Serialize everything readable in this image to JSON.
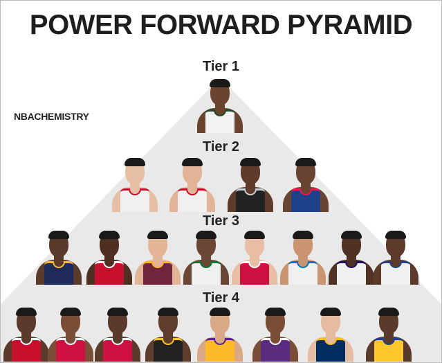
{
  "title": "POWER FORWARD PYRAMID",
  "brand": "NBACHEMISTRY",
  "colors": {
    "pyramid": "#e9e9e9",
    "text": "#1e1e1e"
  },
  "tiers": [
    {
      "label": "Tier 1",
      "players": [
        {
          "skin": "#6b4430",
          "jersey": "#f2f2f2",
          "trim": "#1e4d2b"
        }
      ]
    },
    {
      "label": "Tier 2",
      "players": [
        {
          "skin": "#e7bfa5",
          "jersey": "#f0f0f0",
          "trim": "#c8102e"
        },
        {
          "skin": "#e2b396",
          "jersey": "#f0f0f0",
          "trim": "#c8102e"
        },
        {
          "skin": "#5e3b2a",
          "jersey": "#222222",
          "trim": "#c4ced4"
        },
        {
          "skin": "#6a4432",
          "jersey": "#1d428a",
          "trim": "#ed174c"
        }
      ]
    },
    {
      "label": "Tier 3",
      "players": [
        {
          "skin": "#5a3a2a",
          "jersey": "#1d2a5a",
          "trim": "#fdbb30"
        },
        {
          "skin": "#4e3022",
          "jersey": "#c8102e",
          "trim": "#ffffff"
        },
        {
          "skin": "#e3b496",
          "jersey": "#6f263d",
          "trim": "#ffb81c"
        },
        {
          "skin": "#6b4634",
          "jersey": "#f0f0f0",
          "trim": "#007a33"
        },
        {
          "skin": "#e8bfa4",
          "jersey": "#ce1141",
          "trim": "#ffffff"
        },
        {
          "skin": "#c9946f",
          "jersey": "#f0f0f0",
          "trim": "#0077c0"
        },
        {
          "skin": "#4f3223",
          "jersey": "#f0f0f0",
          "trim": "#1d1160"
        },
        {
          "skin": "#5c3b2b",
          "jersey": "#f0f0f0",
          "trim": "#1d428a"
        }
      ]
    },
    {
      "label": "Tier 4",
      "players": [
        {
          "skin": "#5a3a2a",
          "jersey": "#c8102e",
          "trim": "#ffffff"
        },
        {
          "skin": "#7a4e36",
          "jersey": "#ce1141",
          "trim": "#ffffff"
        },
        {
          "skin": "#5a3a2a",
          "jersey": "#ce1141",
          "trim": "#ffffff"
        },
        {
          "skin": "#5e3d2c",
          "jersey": "#222222",
          "trim": "#ffc72c"
        },
        {
          "skin": "#d9a886",
          "jersey": "#fdb927",
          "trim": "#552583"
        },
        {
          "skin": "#7a4e36",
          "jersey": "#5a2d81",
          "trim": "#ffffff"
        },
        {
          "skin": "#e6bca0",
          "jersey": "#002d62",
          "trim": "#fdbb30"
        },
        {
          "skin": "#5a3a2a",
          "jersey": "#ffc72c",
          "trim": "#1d428a"
        }
      ]
    }
  ]
}
